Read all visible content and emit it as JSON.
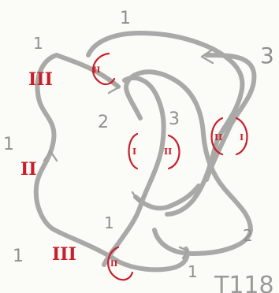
{
  "diagram": {
    "caption": "T118",
    "label_colors": {
      "strand": "#a9a9a7",
      "crossing_marks": "#c8202a",
      "labels": "#8f8f8d"
    },
    "arc_labels": {
      "top": "1",
      "upper_left": "1",
      "top_right": "3",
      "center_left": "2",
      "center_right": "3",
      "left": "1",
      "bottom_center": "1",
      "bottom_left": "1",
      "bottom_right_2": "2",
      "bottom_right_1": "1"
    },
    "crossing_marks": {
      "roman_upper_left": "III",
      "roman_left": "II",
      "roman_bottom_left": "III",
      "top": "II",
      "center_a": "I",
      "center_b": "II",
      "right_a": "II",
      "right_b": "I",
      "bottom": "II"
    }
  }
}
